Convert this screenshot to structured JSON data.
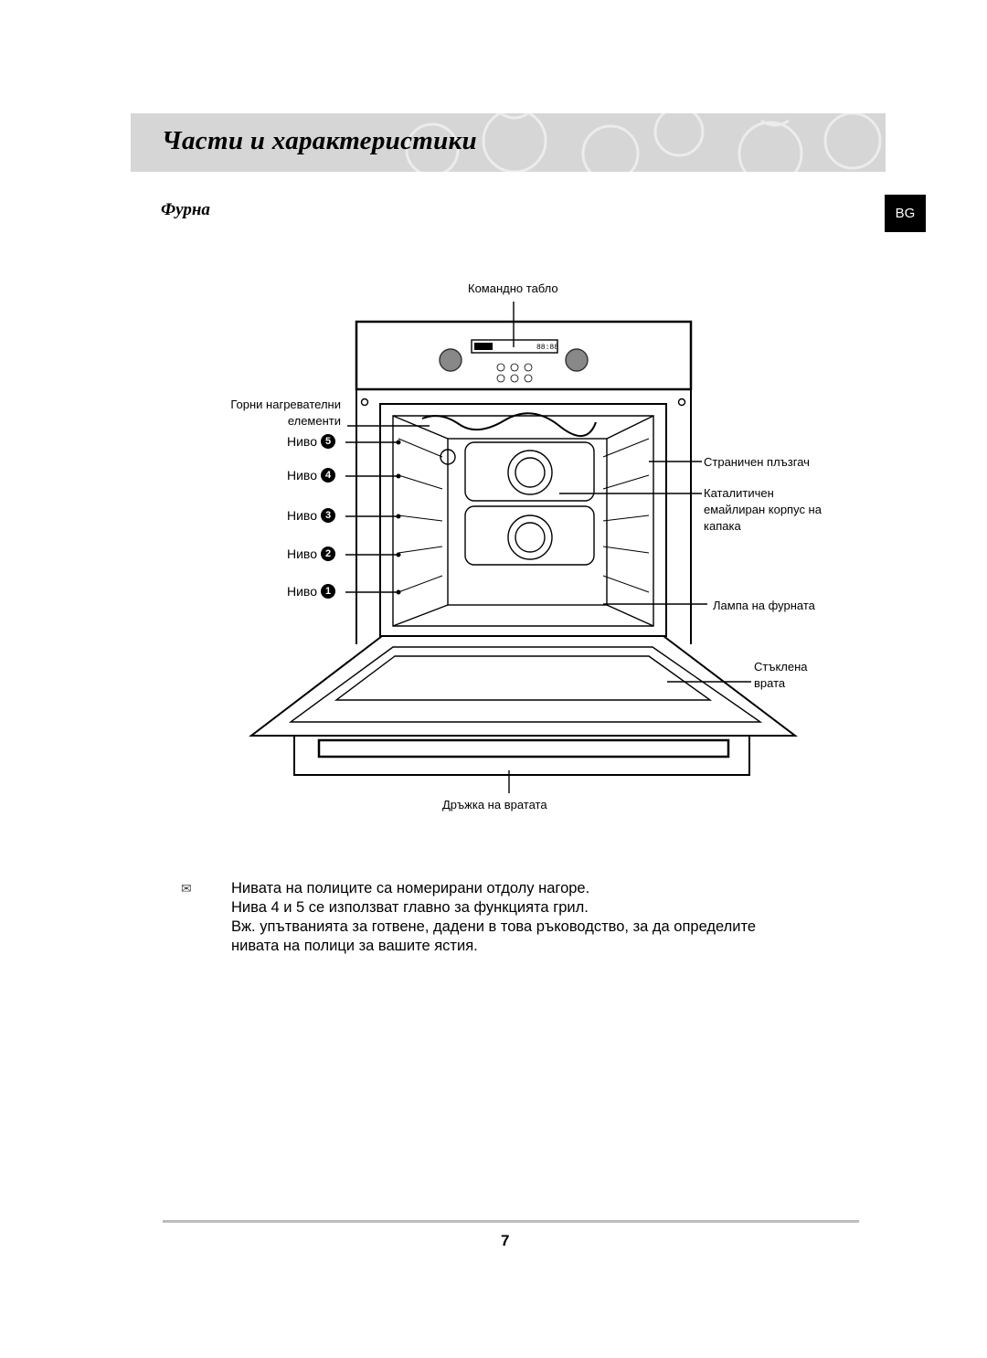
{
  "header": {
    "title": "Части и характеристики",
    "language_badge": "BG"
  },
  "section": {
    "title": "Фурна"
  },
  "diagram": {
    "labels": {
      "control_panel": "Командно табло",
      "top_heaters_line1": "Горни нагревателни",
      "top_heaters_line2": "елементи",
      "side_runner": "Страничен плъзгач",
      "catalytic_line1": "Каталитичен",
      "catalytic_line2": "емайлиран корпус на",
      "catalytic_line3": "капака",
      "oven_lamp": "Лампа на фурната",
      "glass_door_line1": "Стъклена",
      "glass_door_line2": "врата",
      "door_handle": "Дръжка на вратата"
    },
    "levels": [
      {
        "label": "Ниво",
        "number": "5"
      },
      {
        "label": "Ниво",
        "number": "4"
      },
      {
        "label": "Ниво",
        "number": "3"
      },
      {
        "label": "Ниво",
        "number": "2"
      },
      {
        "label": "Ниво",
        "number": "1"
      }
    ],
    "display_text": "88:88"
  },
  "notes": {
    "icon": "note-icon",
    "lines": [
      "Нивата на полиците са номерирани отдолу нагоре.",
      "Нива 4 и 5 се използват главно за функцията грил.",
      "Вж. упътванията за готвене, дадени в това ръководство, за да определите",
      "нивата на полици за вашите ястия."
    ]
  },
  "footer": {
    "page_number": "7"
  }
}
